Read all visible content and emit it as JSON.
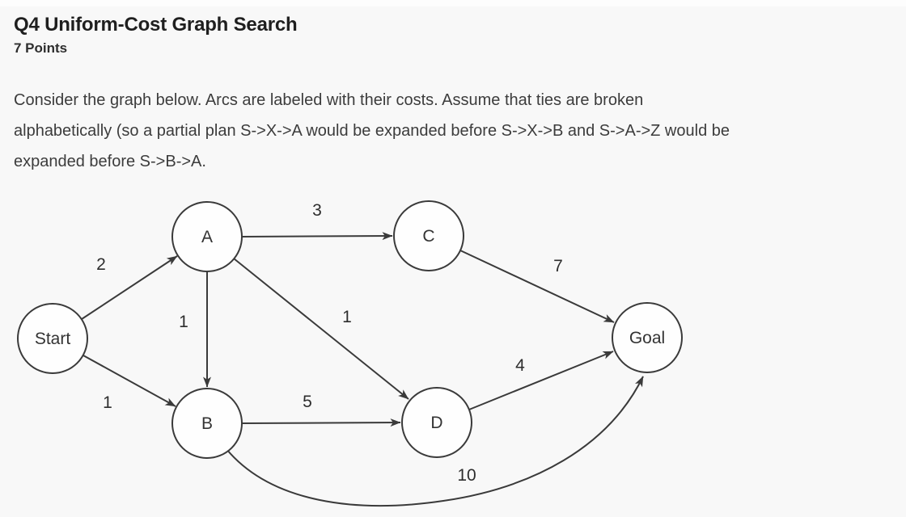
{
  "header": {
    "title": "Q4 Uniform-Cost Graph Search",
    "points": "7 Points"
  },
  "description": {
    "full": "Consider the graph below. Arcs are labeled with their costs. Assume that ties are broken alphabetically (so a partial plan S->X->A would be expanded before S->X->B and S->A->Z would be expanded before S->B->A.",
    "lines": [
      "Consider the graph below. Arcs are labeled with their costs. Assume that ties are broken",
      "alphabetically (so a partial plan S->X->A would be expanded before S->X->B and S->A->Z would be",
      "expanded before S->B->A."
    ]
  },
  "graph": {
    "nodes": [
      {
        "id": "Start",
        "label": "Start"
      },
      {
        "id": "A",
        "label": "A"
      },
      {
        "id": "B",
        "label": "B"
      },
      {
        "id": "C",
        "label": "C"
      },
      {
        "id": "D",
        "label": "D"
      },
      {
        "id": "Goal",
        "label": "Goal"
      }
    ],
    "edges": [
      {
        "from": "Start",
        "to": "A",
        "cost": "2"
      },
      {
        "from": "Start",
        "to": "B",
        "cost": "1"
      },
      {
        "from": "A",
        "to": "B",
        "cost": "1"
      },
      {
        "from": "A",
        "to": "C",
        "cost": "3"
      },
      {
        "from": "A",
        "to": "D",
        "cost": "1"
      },
      {
        "from": "B",
        "to": "D",
        "cost": "5"
      },
      {
        "from": "B",
        "to": "Goal",
        "cost": "10"
      },
      {
        "from": "C",
        "to": "Goal",
        "cost": "7"
      },
      {
        "from": "D",
        "to": "Goal",
        "cost": "4"
      }
    ]
  },
  "colors": {
    "background": "#f8f8f8",
    "line": "#3a3a3a",
    "node_fill": "#fefefe",
    "title_text": "#1f1f1f",
    "body_text": "#3c3c3c"
  }
}
